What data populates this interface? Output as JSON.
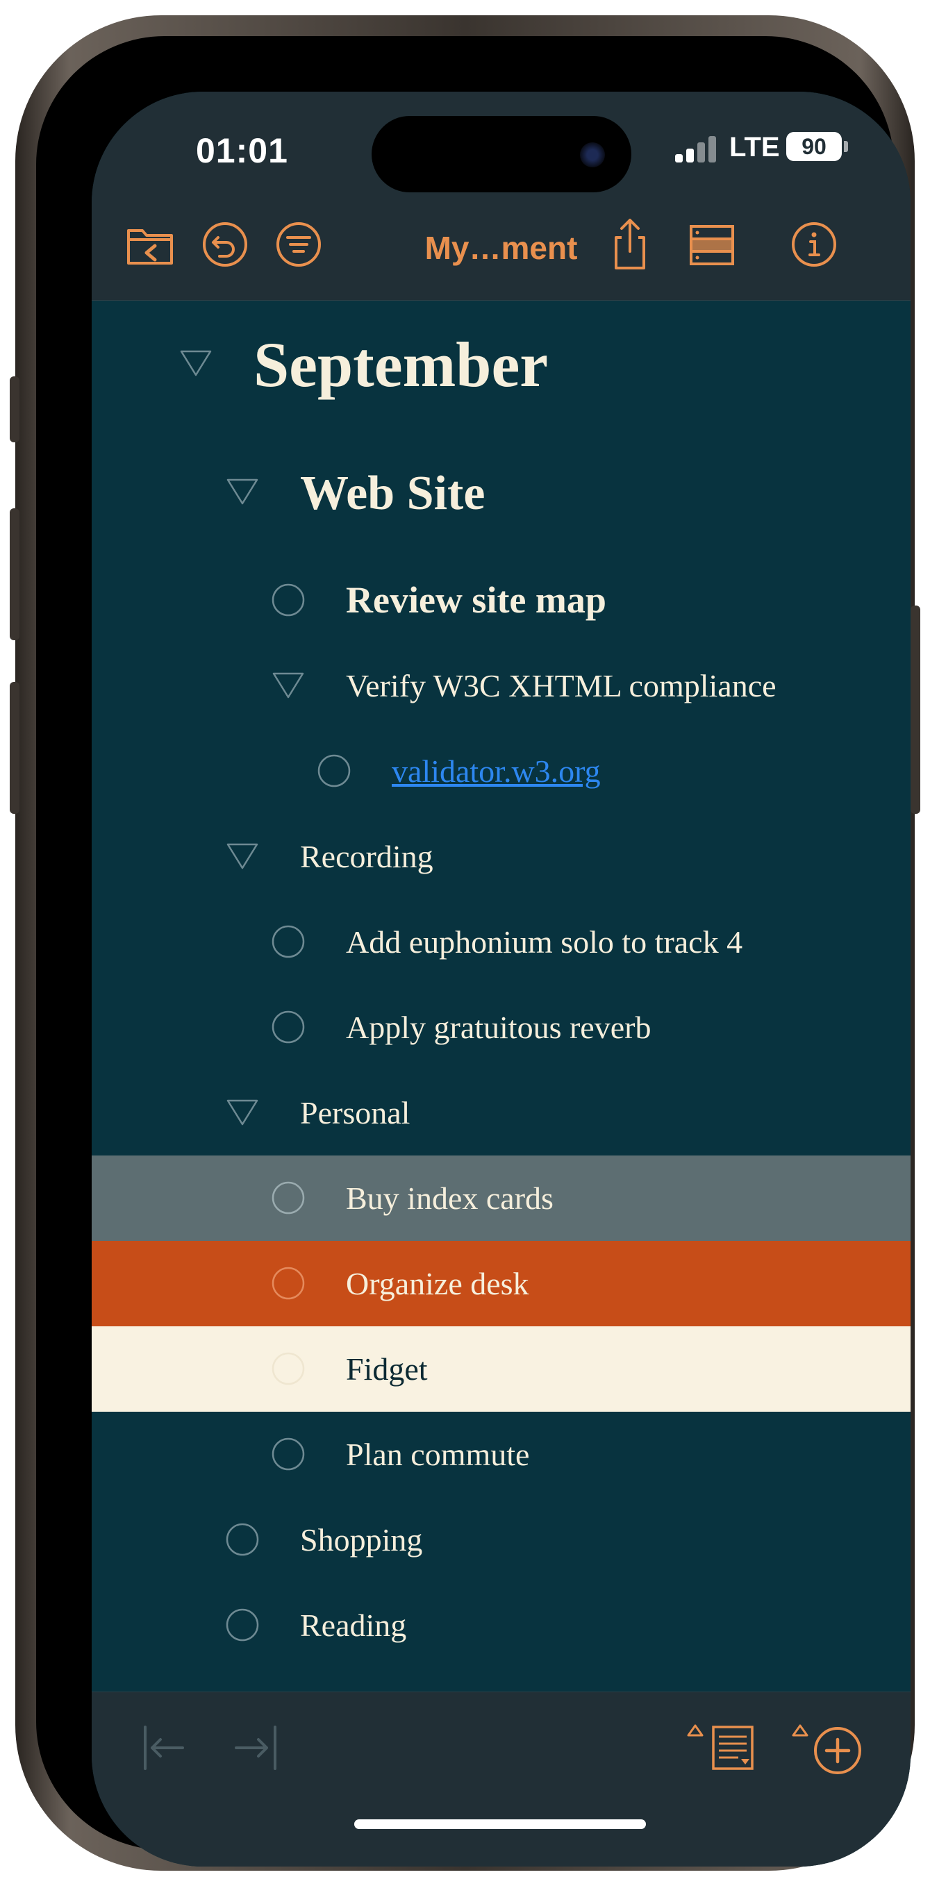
{
  "status": {
    "time": "01:01",
    "network": "LTE",
    "battery": "90"
  },
  "toolbar": {
    "title": "My…ment",
    "accent": "#e9904e"
  },
  "colors": {
    "background": "#08333f",
    "text": "#f6efdc",
    "link": "#2d87f0",
    "selected_gray": "#5d6e72",
    "selected_orange": "#c74d18",
    "selected_cream": "#f9f2e1"
  },
  "outline": {
    "rows": [
      {
        "label": "September",
        "handle": "disclosure-triangle"
      },
      {
        "label": "Web Site",
        "handle": "disclosure-triangle"
      },
      {
        "label": "Review site map",
        "handle": "checkbox-circle"
      },
      {
        "label": "Verify W3C XHTML compliance",
        "handle": "disclosure-triangle"
      },
      {
        "label": "validator.w3.org",
        "handle": "checkbox-circle"
      },
      {
        "label": "Recording",
        "handle": "disclosure-triangle"
      },
      {
        "label": "Add euphonium solo to track 4",
        "handle": "checkbox-circle"
      },
      {
        "label": "Apply gratuitous reverb",
        "handle": "checkbox-circle"
      },
      {
        "label": "Personal",
        "handle": "disclosure-triangle"
      },
      {
        "label": "Buy index cards",
        "handle": "checkbox-circle"
      },
      {
        "label": "Organize desk",
        "handle": "checkbox-circle"
      },
      {
        "label": "Fidget",
        "handle": "checkbox-circle"
      },
      {
        "label": "Plan commute",
        "handle": "checkbox-circle"
      },
      {
        "label": "Shopping",
        "handle": "checkbox-circle"
      },
      {
        "label": "Reading",
        "handle": "checkbox-circle"
      }
    ]
  },
  "bottombar": {
    "icons": [
      "outdent-icon",
      "indent-icon",
      "add-note-icon",
      "add-row-icon"
    ]
  }
}
